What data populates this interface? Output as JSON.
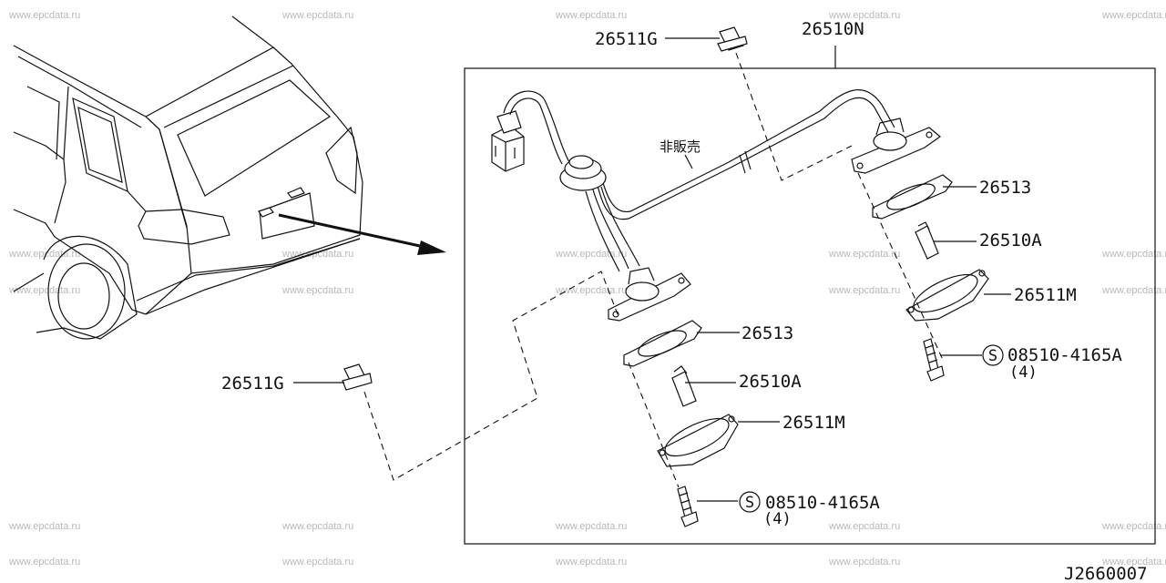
{
  "watermark": "www.epcdata.ru",
  "diagram_code": "J2660007",
  "labels": {
    "assembly": "26510N",
    "not_for_sale": "非販売",
    "clip_top": "26511G",
    "clip_left": "26511G",
    "gasket_right": "26513",
    "gasket_left": "26513",
    "bulb_right": "26510A",
    "bulb_left": "26510A",
    "lens_right": "26511M",
    "lens_left": "26511M",
    "screw_right": "08510-4165A",
    "screw_right_qty": "(4)",
    "screw_left": "08510-4165A",
    "screw_left_qty": "(4)",
    "s_mark": "S"
  }
}
